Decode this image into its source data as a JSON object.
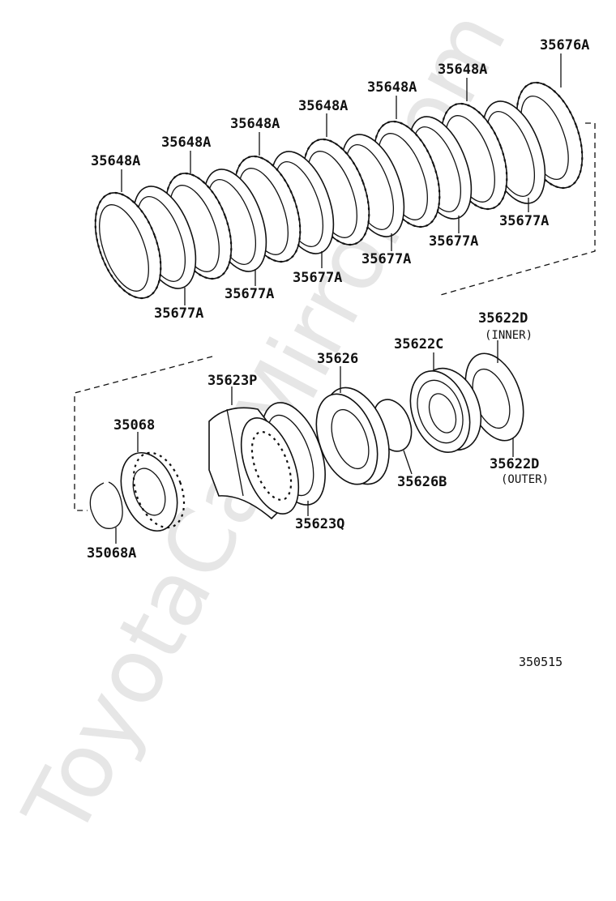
{
  "watermark": "ToyotaCarMirror.com",
  "diagram_ref": "350515",
  "labels": {
    "p35676A": "35676A",
    "p35648A_1": "35648A",
    "p35648A_2": "35648A",
    "p35648A_3": "35648A",
    "p35648A_4": "35648A",
    "p35648A_5": "35648A",
    "p35648A_6": "35648A",
    "p35677A_1": "35677A",
    "p35677A_2": "35677A",
    "p35677A_3": "35677A",
    "p35677A_4": "35677A",
    "p35677A_5": "35677A",
    "p35677A_6": "35677A",
    "p35622D_inner": "35622D",
    "inner_note": "(INNER)",
    "p35622C": "35622C",
    "p35626": "35626",
    "p35623P": "35623P",
    "p35068": "35068",
    "p35626B": "35626B",
    "p35622D_outer": "35622D",
    "outer_note": "(OUTER)",
    "p35623Q": "35623Q",
    "p35068A": "35068A"
  }
}
